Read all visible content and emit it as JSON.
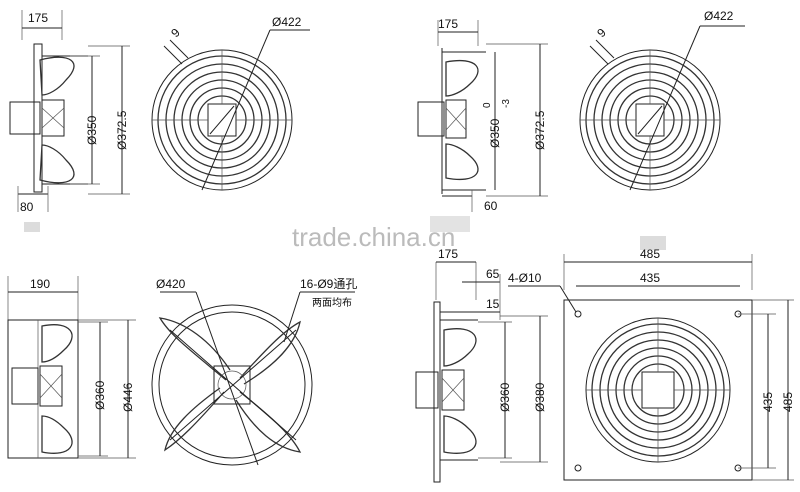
{
  "watermark": "trade.china.cn",
  "views": {
    "a_side": {
      "depth": "175",
      "base": "80",
      "inner_dia": "Ø350",
      "outer_dia": "Ø372.5"
    },
    "a_front": {
      "dia": "Ø422",
      "hole": "9"
    },
    "b_side": {
      "depth": "175",
      "base": "60",
      "inner_dia": "Ø350",
      "tol_upper": "0",
      "tol_lower": "-3",
      "outer_dia": "Ø372.5"
    },
    "b_front": {
      "dia": "Ø422",
      "hole": "9"
    },
    "c_side": {
      "depth": "190",
      "inner_dia": "Ø360",
      "outer_dia": "Ø446"
    },
    "c_front": {
      "dia": "Ø420",
      "holes": "16-Ø9通孔",
      "holes_note": "两面均布"
    },
    "d_side": {
      "depth": "175",
      "ring": "65",
      "plate": "15",
      "inner_dia": "Ø360",
      "outer_dia": "Ø380"
    },
    "d_front": {
      "width": "485",
      "hole_spacing_h": "435",
      "holes": "4-Ø10",
      "hole_spacing_v": "435",
      "height": "485"
    }
  }
}
